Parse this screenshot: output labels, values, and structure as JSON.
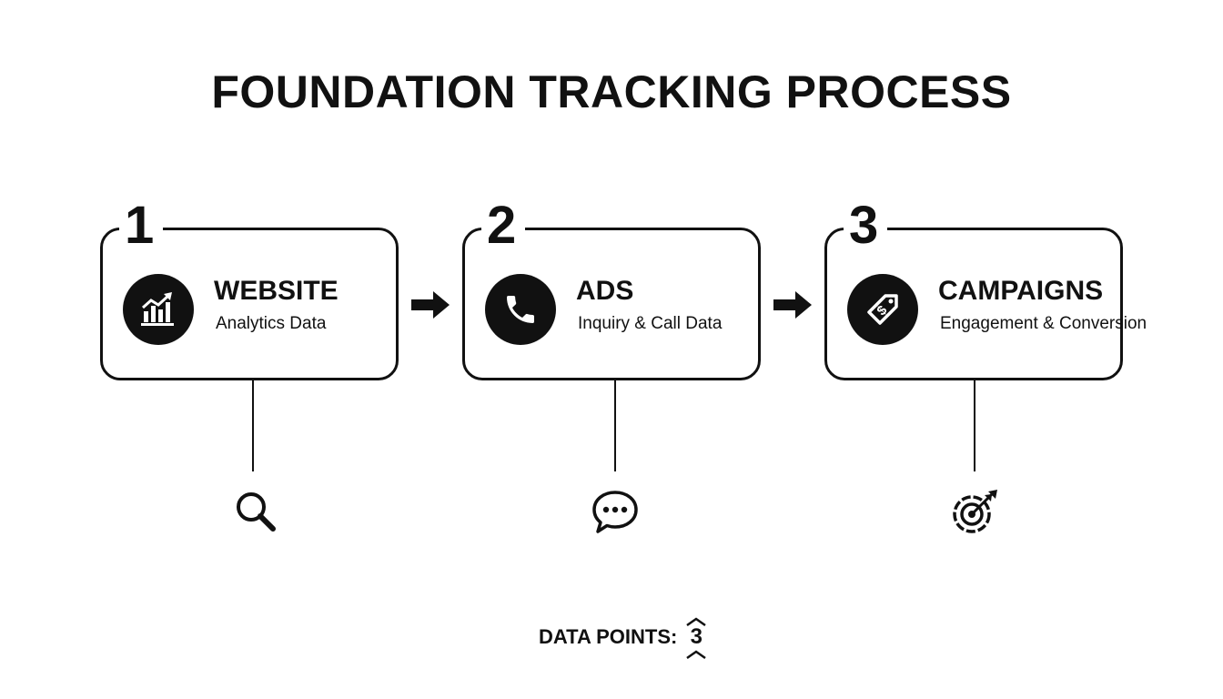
{
  "title": "FOUNDATION TRACKING PROCESS",
  "steps": [
    {
      "number": "1",
      "title": "WEBSITE",
      "subtitle": "Analytics Data",
      "icon": "bar-chart-trend-icon",
      "bottom_icon": "magnifier-icon"
    },
    {
      "number": "2",
      "title": "ADS",
      "subtitle": "Inquiry & Call Data",
      "icon": "phone-icon",
      "bottom_icon": "chat-bubble-icon"
    },
    {
      "number": "3",
      "title": "CAMPAIGNS",
      "subtitle": "Engagement & Conversion",
      "icon": "price-tag-dollar-icon",
      "bottom_icon": "target-arrow-icon"
    }
  ],
  "footer": {
    "label": "DATA POINTS:",
    "count": "3"
  },
  "colors": {
    "ink": "#111111",
    "background": "#ffffff"
  }
}
